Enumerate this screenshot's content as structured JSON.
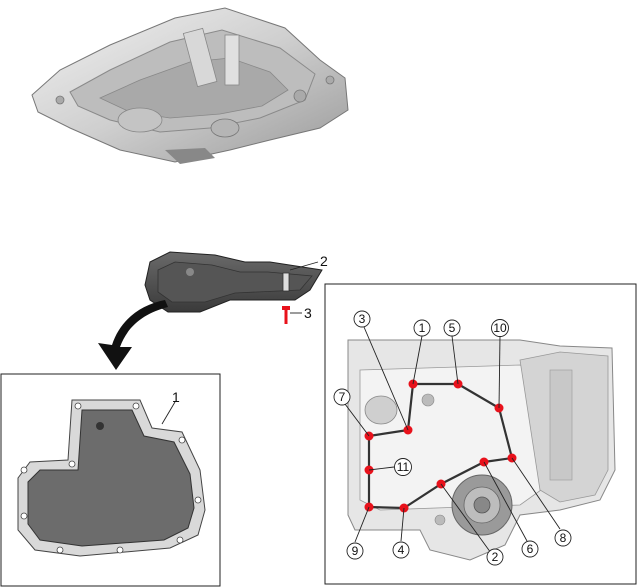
{
  "exploded_labels": {
    "gasket": "1",
    "oil_pan_lower": "2",
    "bolt": "3"
  },
  "tightening_sequence": [
    {
      "num": "1"
    },
    {
      "num": "2"
    },
    {
      "num": "3"
    },
    {
      "num": "4"
    },
    {
      "num": "5"
    },
    {
      "num": "6"
    },
    {
      "num": "7"
    },
    {
      "num": "8"
    },
    {
      "num": "9"
    },
    {
      "num": "10"
    },
    {
      "num": "11"
    }
  ],
  "colors": {
    "bolt_marker": "#e8111b",
    "gasket_fill": "#6c6c6c",
    "frame": "#222222"
  }
}
